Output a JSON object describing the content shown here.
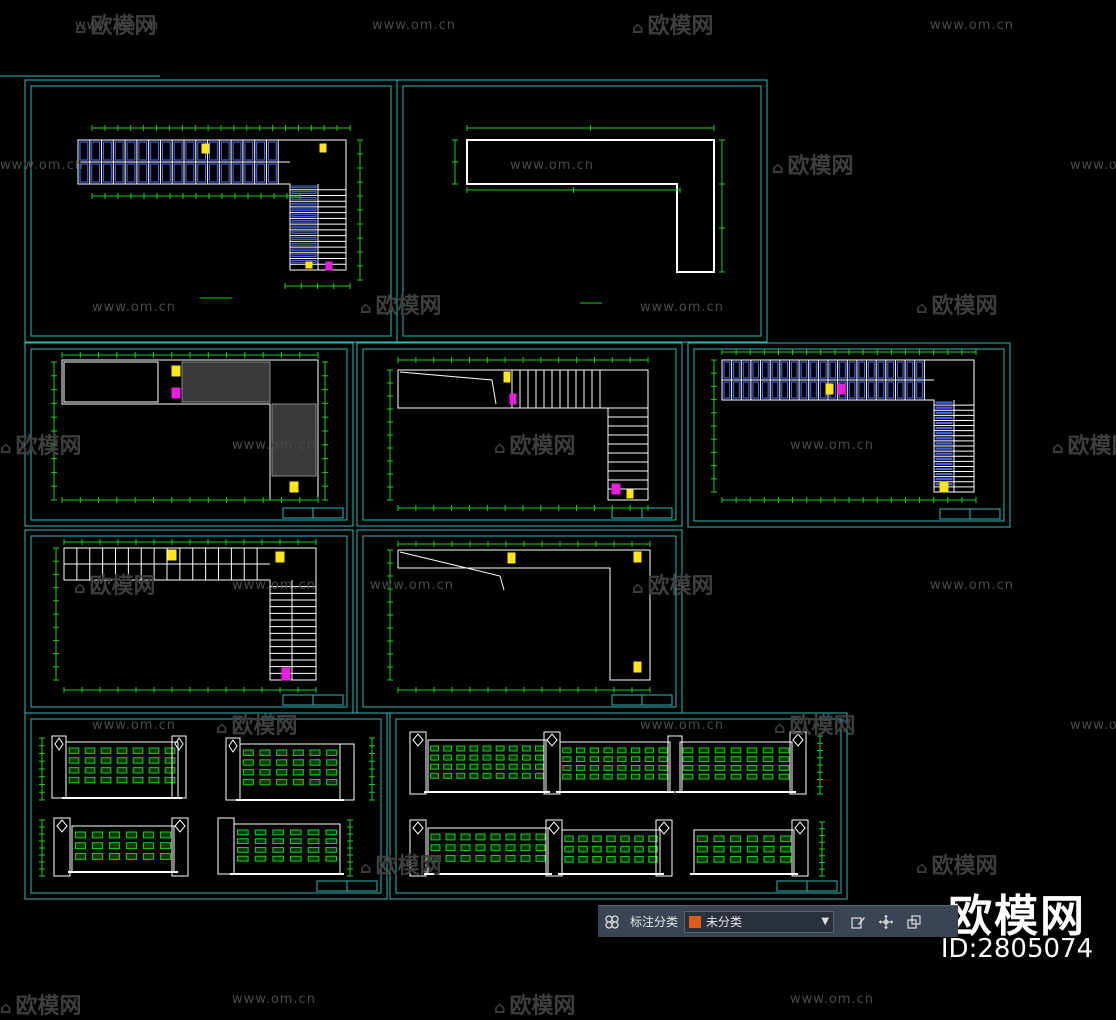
{
  "watermarks": {
    "url": "www.om.cn",
    "brand": "欧模网"
  },
  "stamp": {
    "logo": "欧模网",
    "id": "ID:2805074"
  },
  "toolbar": {
    "label": "标注分类",
    "select_value": "未分类",
    "swatch_color": "#e05a18",
    "icons": [
      "layers-icon",
      "edit-icon",
      "move-icon",
      "copy-icon"
    ]
  },
  "colors": {
    "background": "#000000",
    "sheet_border": "#2fb9b9",
    "wall_line": "#ffffff",
    "dimension_line": "#19d019",
    "room_fill_blue": "#4d6cff",
    "highlight_yellow": "#ffe61a",
    "highlight_magenta": "#e81ee0"
  }
}
